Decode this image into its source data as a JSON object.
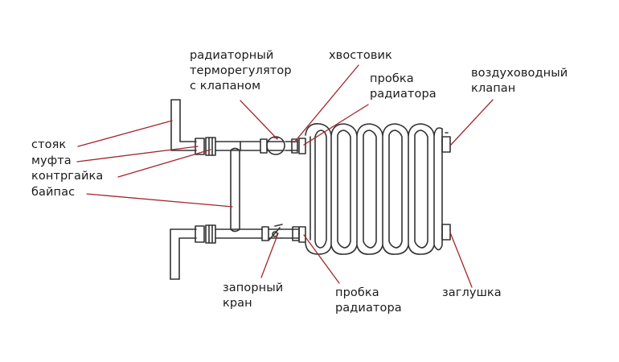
{
  "labels": {
    "thermostat": [
      "радиаторный",
      "терморегулятор",
      "с клапаном"
    ],
    "tailpiece": "хвостовик",
    "plug_top": [
      "пробка",
      "радиатора"
    ],
    "air_valve": [
      "воздуховодный",
      "клапан"
    ],
    "riser": "стояк",
    "coupling": "муфта",
    "locknut": "контргайка",
    "bypass": "байпас",
    "shutoff_valve": [
      "запорный",
      "кран"
    ],
    "plug_bottom": [
      "пробка",
      "радиатора"
    ],
    "cap": "заглушка"
  },
  "colors": {
    "leader": "#a3262a",
    "ink": "#333333",
    "text": "#1a1a1a"
  }
}
